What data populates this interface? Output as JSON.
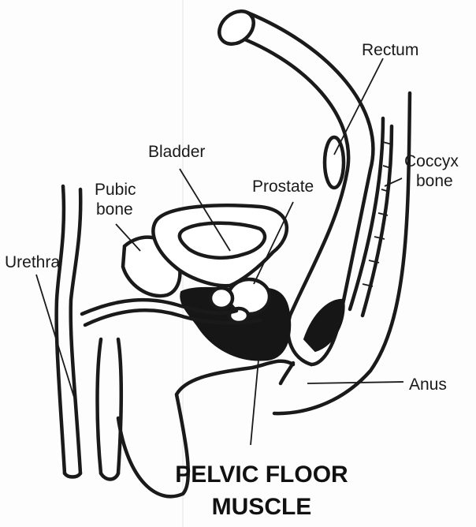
{
  "labels": {
    "rectum": "Rectum",
    "coccyx_line1": "Coccyx",
    "coccyx_line2": "bone",
    "bladder": "Bladder",
    "pubic_line1": "Pubic",
    "pubic_line2": "bone",
    "prostate": "Prostate",
    "urethra": "Urethra",
    "anus": "Anus",
    "muscle_line1": "PELVIC FLOOR",
    "muscle_line2": "MUSCLE"
  }
}
